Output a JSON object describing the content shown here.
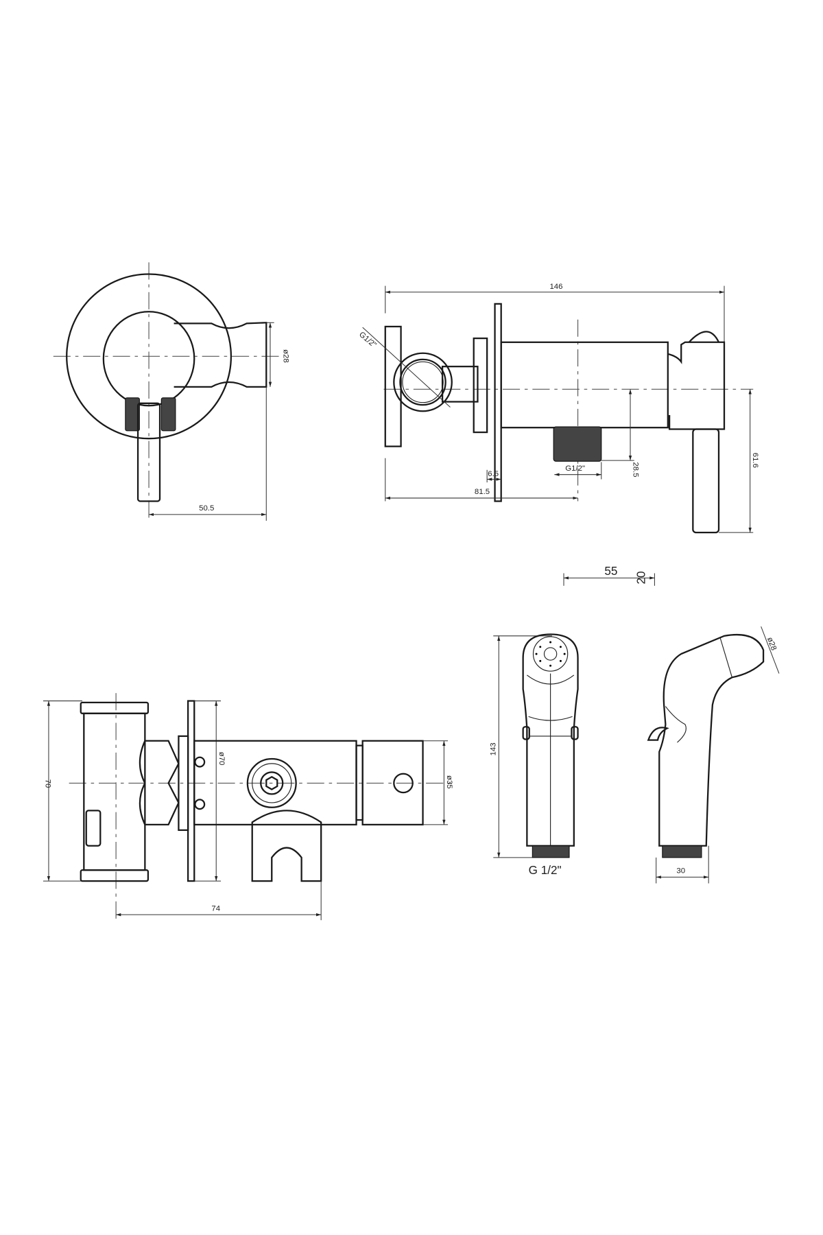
{
  "drawing": {
    "title": "Bidet sprayer set – dimensional drawing",
    "front_view": {
      "dim_width": "50.5",
      "dim_holder_dia": "ø28"
    },
    "side_view": {
      "dim_total_length": "146",
      "dim_inlet_thread": "G1/2\"",
      "dim_plate": "6.5",
      "dim_outlet_offset": "81.5",
      "dim_outlet_thread": "G1/2\"",
      "dim_outlet_height": "28.5",
      "dim_lever_height": "61.6"
    },
    "scale_note": {
      "length": "55",
      "height": "20"
    },
    "top_view": {
      "dim_height": "70",
      "dim_plate_dia": "ø70",
      "dim_body_dia": "ø35",
      "dim_length": "74"
    },
    "sprayer_front": {
      "dim_length": "143",
      "thread": "G 1/2\""
    },
    "sprayer_side": {
      "dim_width": "30",
      "dim_dia": "ø28"
    }
  }
}
